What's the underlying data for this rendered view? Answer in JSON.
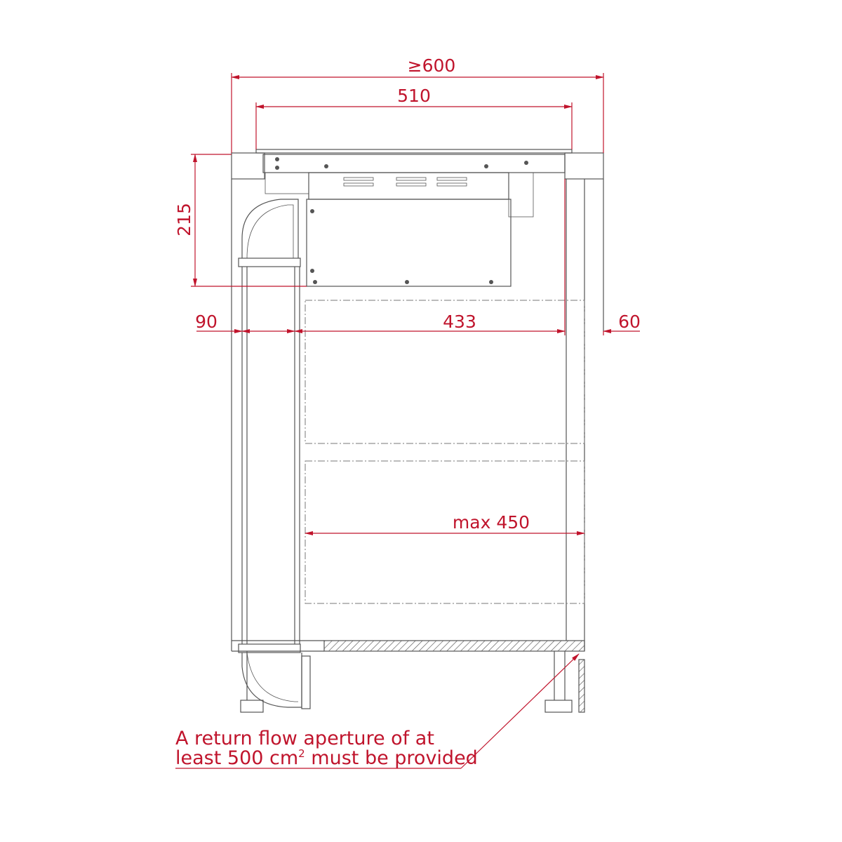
{
  "colors": {
    "dimension": "#c0142c",
    "drawing": "#555555"
  },
  "dimensions": {
    "overall_depth": "≥600",
    "hob_width": "510",
    "height_under_worktop": "215",
    "front_clearance": "90",
    "drawer_clearance": "433",
    "rear_gap": "60",
    "drawer_depth": "max 450"
  },
  "note": {
    "line1": "A return flow aperture of at",
    "line2_a": "least 500 cm",
    "line2_sup": "2",
    "line2_b": " must be provided"
  }
}
